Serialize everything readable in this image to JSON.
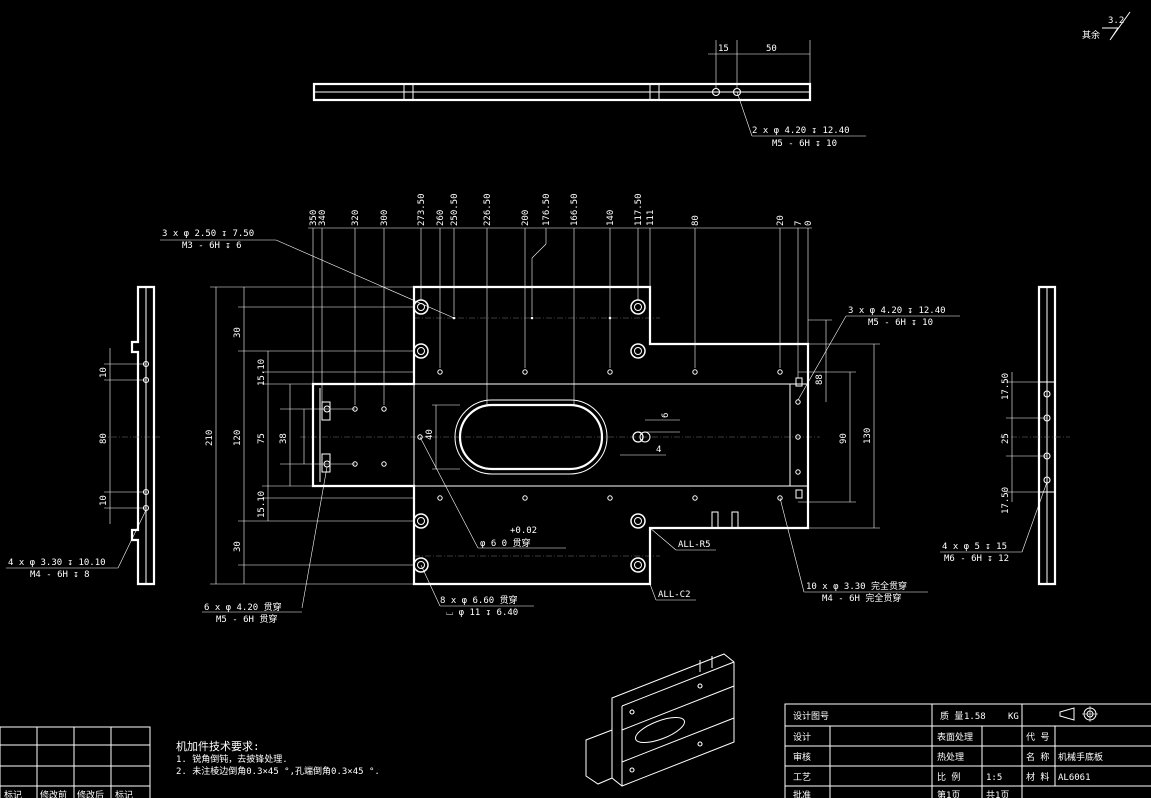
{
  "roughness": {
    "value": "3.2",
    "rest": "其余"
  },
  "top_view": {
    "dims": [
      "15",
      "50"
    ],
    "callout": [
      "2 x φ 4.20 ↧ 12.40",
      "M5 - 6H ↧ 10"
    ]
  },
  "main_view": {
    "ordinates": [
      "350",
      "340",
      "320",
      "300",
      "273.50",
      "260",
      "250.50",
      "226.50",
      "200",
      "176.50",
      "166.50",
      "140",
      "117.50",
      "111",
      "80",
      "20",
      "7",
      "0"
    ],
    "left_dims": [
      "30",
      "15.10",
      "210",
      "120",
      "75",
      "38",
      "15.10",
      "30"
    ],
    "inner_dims": [
      "40",
      "6",
      "4"
    ],
    "right_dims": [
      "88",
      "90",
      "130"
    ],
    "callout_tl": [
      "3 x φ 2.50 ↧ 7.50",
      "M3 - 6H ↧ 6"
    ],
    "callout_tr": [
      "3 x φ 4.20 ↧ 12.40",
      "M5 - 6H ↧ 10"
    ],
    "tolerance": "+0.02",
    "bore": "φ 6  0  贯穿",
    "fillet": "ALL-R5",
    "chamfer": "ALL-C2",
    "callout_b1": [
      "6 x φ 4.20 贯穿",
      "M5 - 6H 贯穿"
    ],
    "callout_b2": [
      "8 x φ 6.60 贯穿",
      "⌴ φ 11 ↧ 6.40"
    ],
    "callout_b3": [
      "10 x φ 3.30 完全贯穿",
      "M4 - 6H 完全贯穿"
    ]
  },
  "left_view": {
    "dims": [
      "10",
      "80",
      "10"
    ],
    "callout": [
      "4 x φ 3.30 ↧ 10.10",
      "M4 - 6H ↧ 8"
    ]
  },
  "right_view": {
    "dims": [
      "17.50",
      "25",
      "17.50"
    ],
    "callout": [
      "4 x φ 5 ↧ 15",
      "M6 - 6H ↧ 12"
    ]
  },
  "tech_requirements": {
    "title": "机加件技术要求:",
    "items": [
      "1. 锐角倒钝，去披锋处理.",
      "2. 未注棱边倒角0.3×45  °,孔端倒角0.3×45  °."
    ]
  },
  "revision_table": {
    "headers": [
      "标记",
      "修改前",
      "修改后",
      "标记"
    ]
  },
  "title_block": {
    "drawing_no": "设计图号",
    "mass_label": "质 量",
    "mass_value": "1.58",
    "mass_unit": "KG",
    "rows": [
      {
        "label": "设计",
        "mid_label": "表面处理",
        "mid_value": "",
        "right_label": "代 号",
        "right_value": ""
      },
      {
        "label": "审核",
        "mid_label": "热处理",
        "mid_value": "",
        "right_label": "名 称",
        "right_value": "机械手底板"
      },
      {
        "label": "工艺",
        "mid_label": "比 例",
        "mid_value": "1:5",
        "right_label": "材 料",
        "right_value": "AL6061"
      },
      {
        "label": "批准",
        "mid_label": "第1页",
        "mid_value": "共1页",
        "right_label": "",
        "right_value": ""
      }
    ]
  }
}
